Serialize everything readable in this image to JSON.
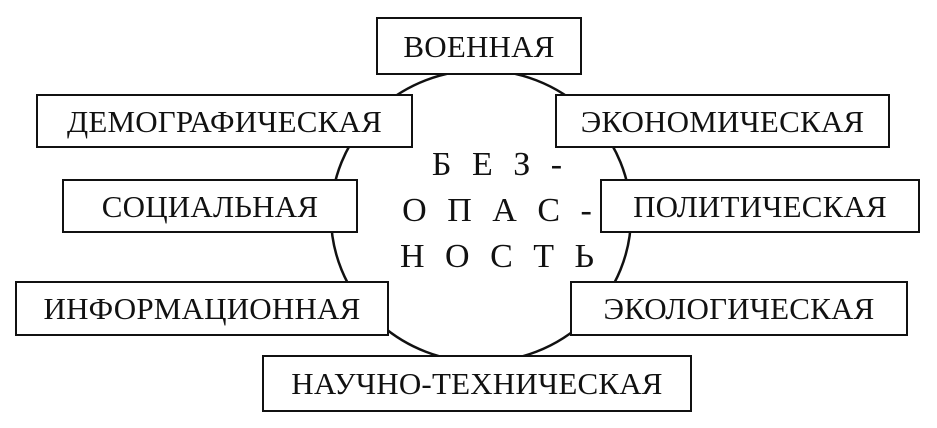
{
  "center": {
    "lines": [
      "Б Е З -",
      "О П А С -",
      "Н О С Т Ь"
    ]
  },
  "boxes": {
    "military": "ВОЕННАЯ",
    "demographic": "ДЕМОГРАФИЧЕСКАЯ",
    "economic": "ЭКОНОМИЧЕСКАЯ",
    "social": "СОЦИАЛЬНАЯ",
    "political": "ПОЛИТИЧЕСКАЯ",
    "informational": "ИНФОРМАЦИОННАЯ",
    "ecological": "ЭКОЛОГИЧЕСКАЯ",
    "scientific_technical": "НАУЧНО-ТЕХНИЧЕСКАЯ"
  }
}
